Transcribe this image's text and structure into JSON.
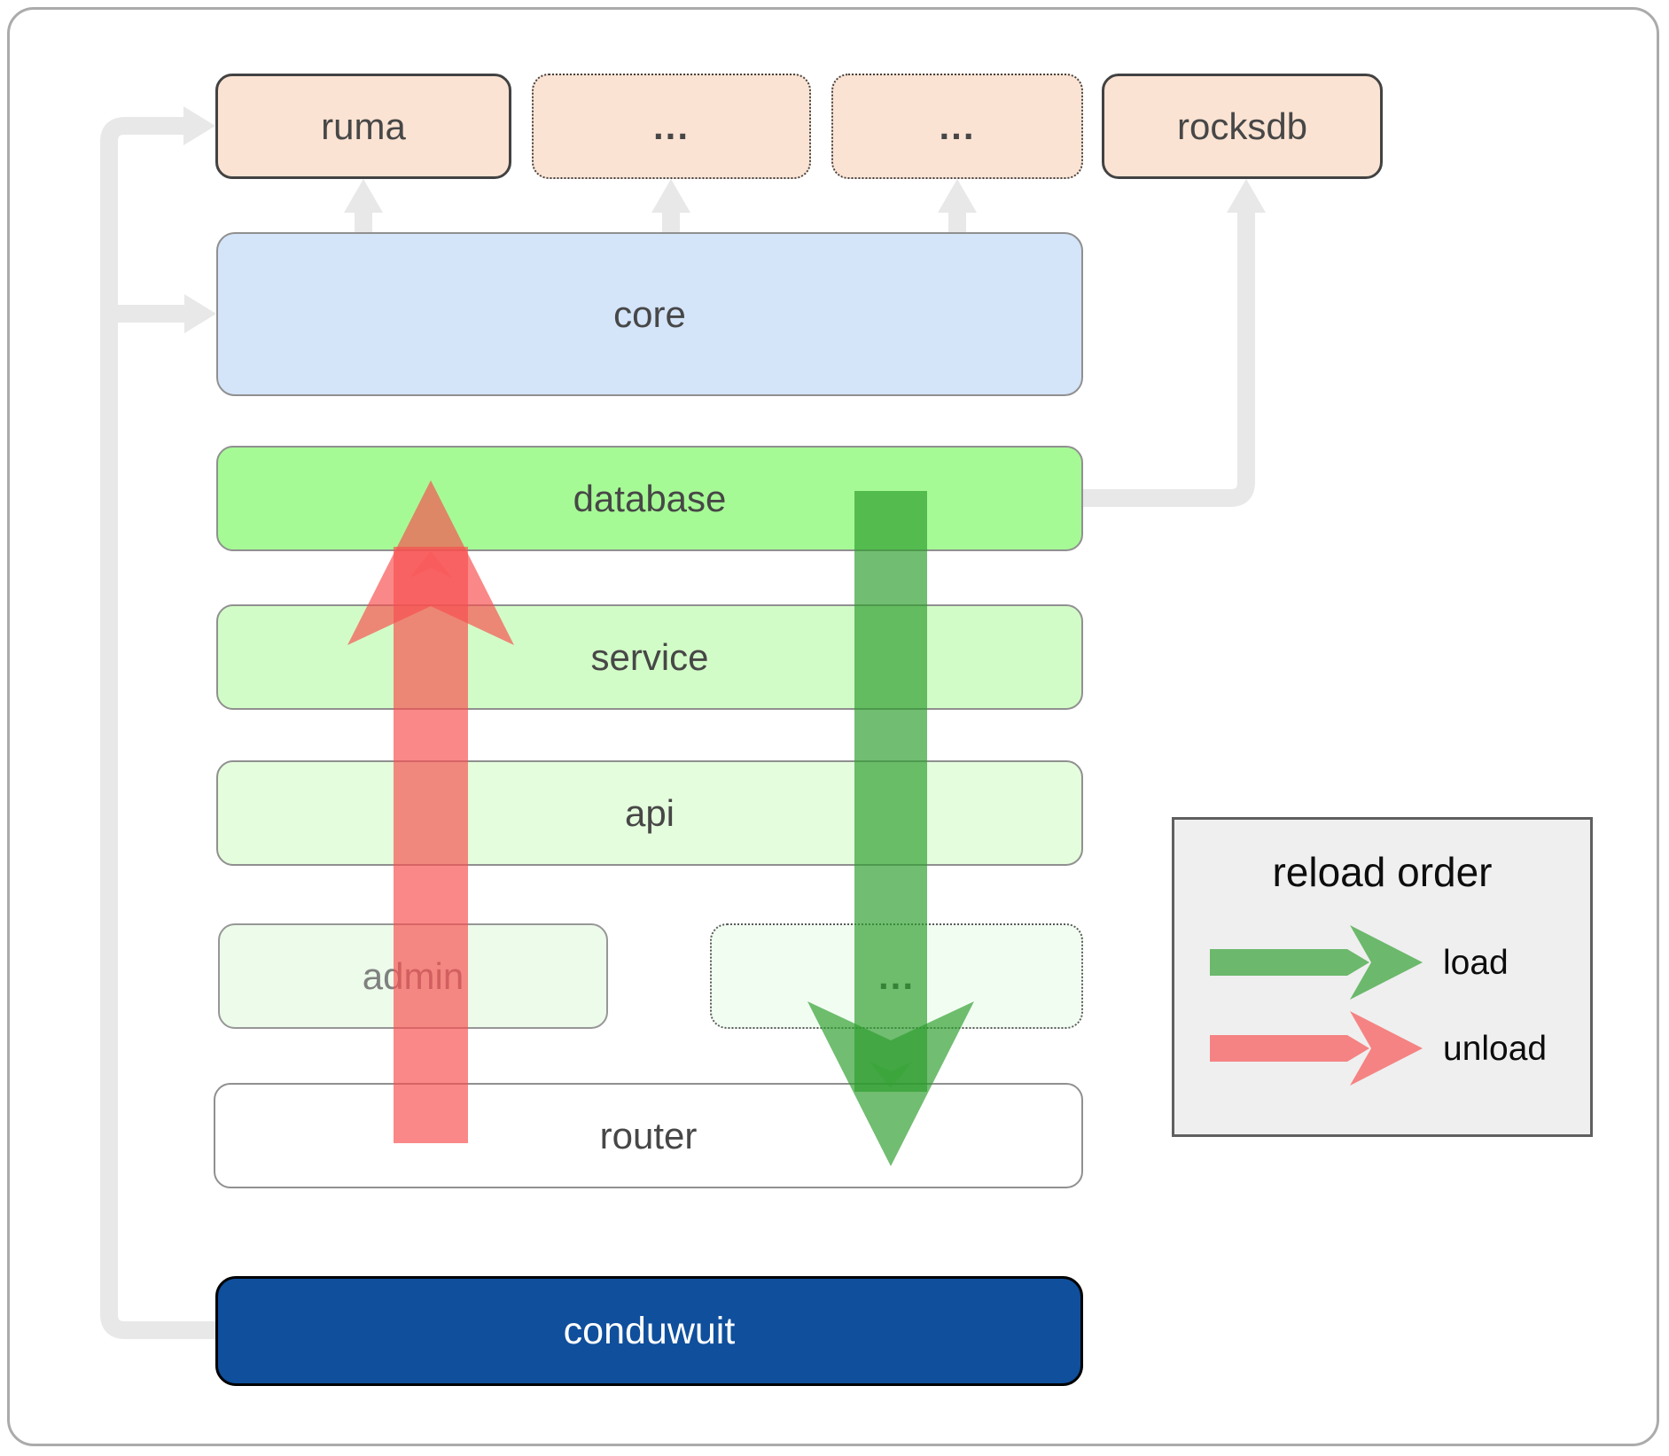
{
  "colors": {
    "peach": "#fbe3d3",
    "blue": "#d4e4f9",
    "green_db": "#a6fa95",
    "green_service": "#d2fcc7",
    "green_api": "#e4fddc",
    "green_admin": "#ecfbea",
    "green_admin_dotted": "#f2fdf2",
    "router_white": "#ffffff",
    "conduwuit_blue": "#0f4f9c",
    "load_green": "#2e9e2e",
    "unload_red": "#f75050",
    "connector_gray": "#e8e8e8",
    "legend_bg": "#efefef"
  },
  "top_row": {
    "ruma": "ruma",
    "ellipsis_1": "...",
    "ellipsis_2": "...",
    "rocksdb": "rocksdb"
  },
  "layers": {
    "core": "core",
    "database": "database",
    "service": "service",
    "api": "api",
    "admin": "admin",
    "admin_ellipsis": "...",
    "router": "router",
    "conduwuit": "conduwuit"
  },
  "legend": {
    "title": "reload order",
    "load_label": "load",
    "unload_label": "unload"
  }
}
